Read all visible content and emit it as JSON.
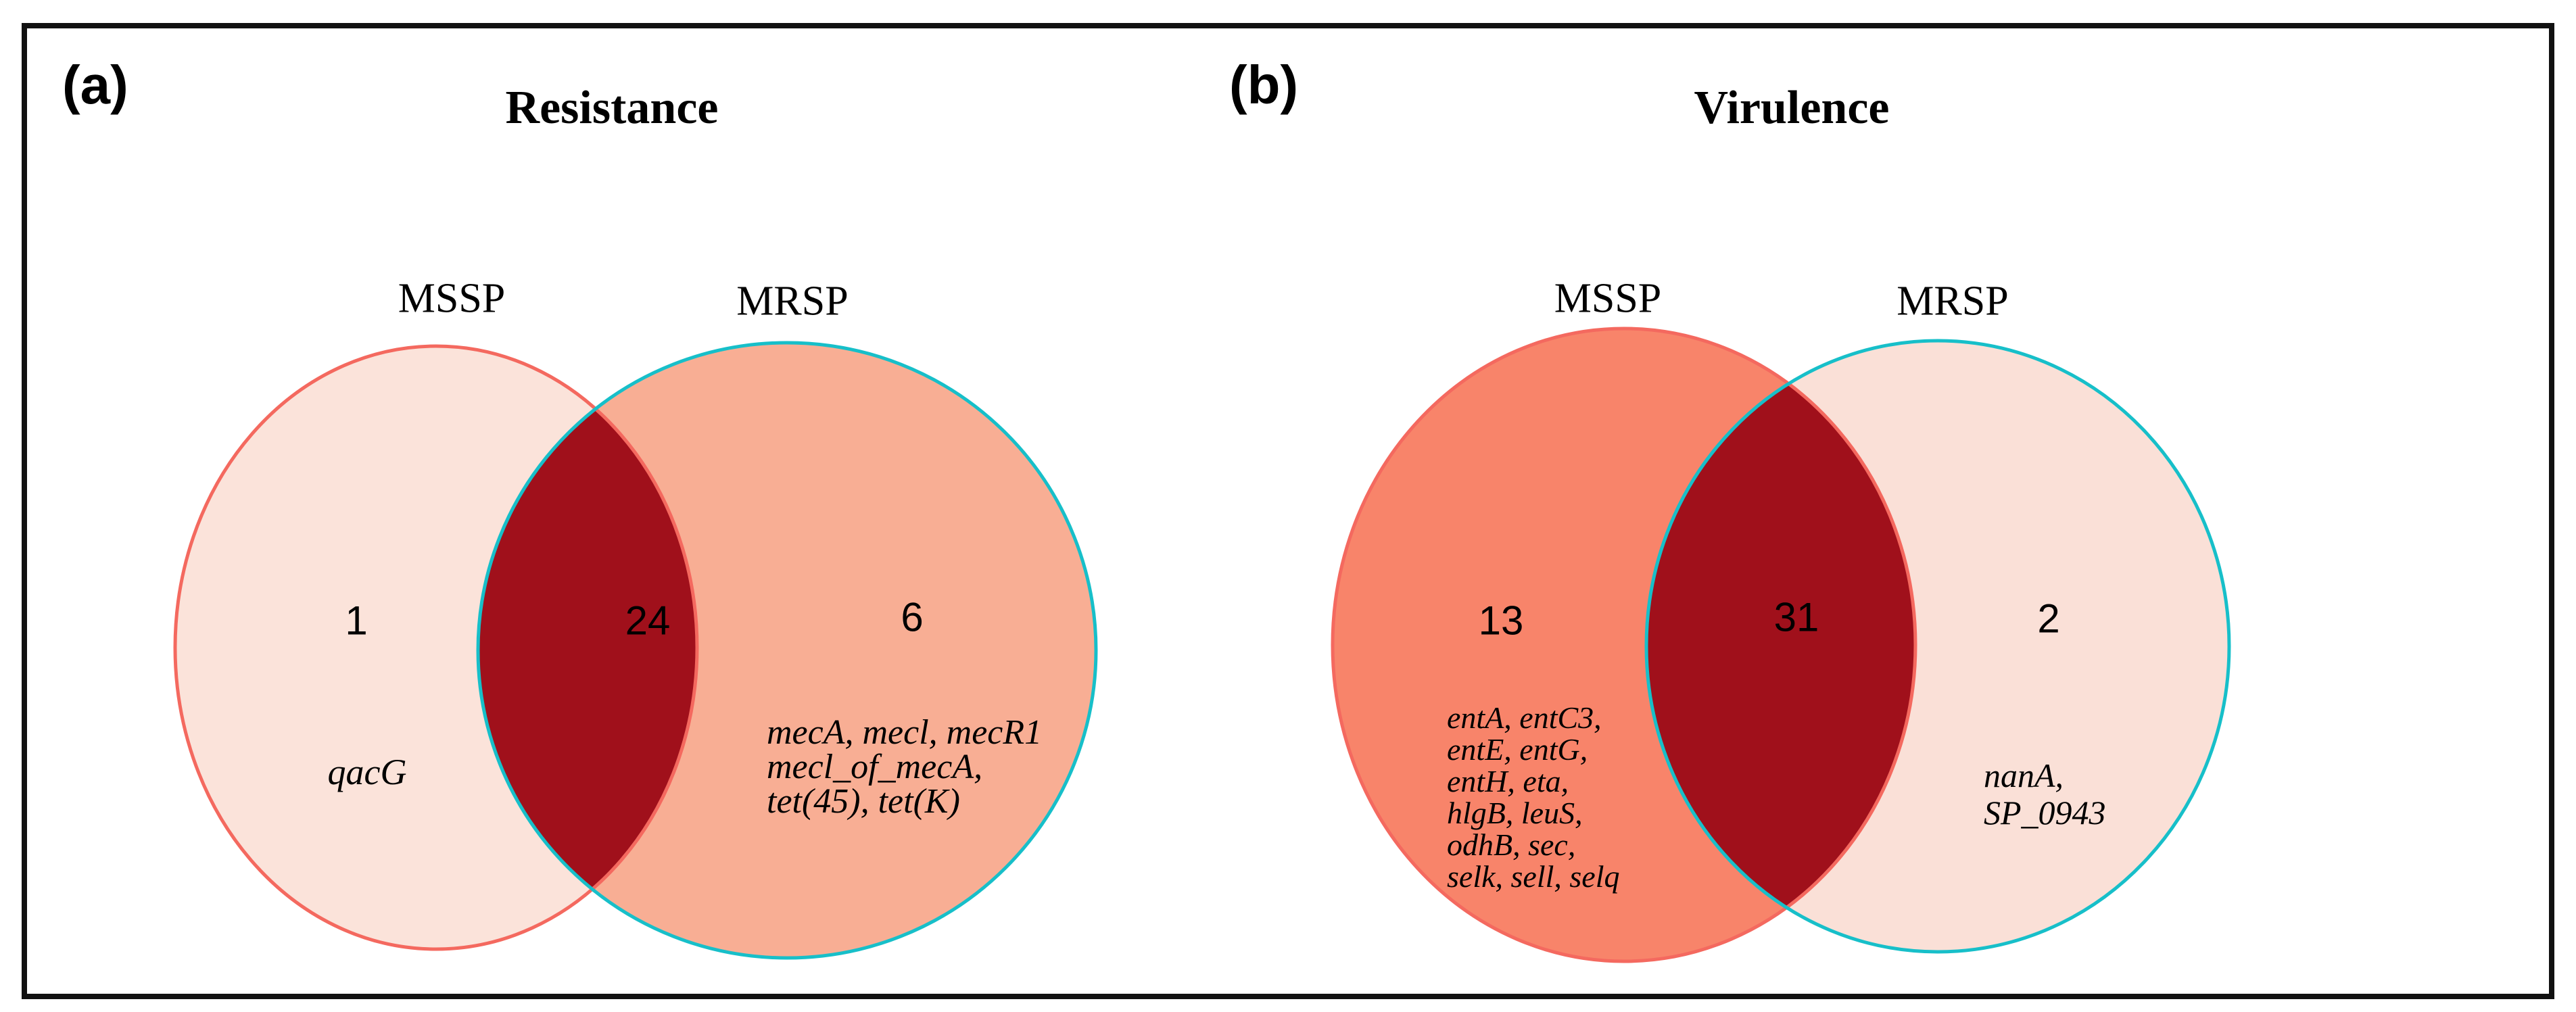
{
  "panel_a": {
    "label": "(a)",
    "title": "Resistance",
    "left_label": "MSSP",
    "right_label": "MRSP",
    "left_count": "1",
    "overlap_count": "24",
    "right_count": "6",
    "left_genes": "qacG",
    "right_genes": "mecA, mecl, mecR1\nmecl_of_mecA,\ntet(45), tet(K)"
  },
  "panel_b": {
    "label": "(b)",
    "title": "Virulence",
    "left_label": "MSSP",
    "right_label": "MRSP",
    "left_count": "13",
    "overlap_count": "31",
    "right_count": "2",
    "left_genes": "entA, entC3,\nentE, entG,\nentH, eta,\nhlgB, leuS,\nodhB, sec,\nselk, sell, selq",
    "right_genes": "nanA,\nSP_0943"
  },
  "colors": {
    "a_left_fill": "#FBE3DA",
    "a_left_stroke": "#F4695F",
    "a_right_fill": "#F8AE94",
    "a_right_stroke": "#17BFC9",
    "b_left_fill": "#F8846A",
    "b_left_stroke": "#F4695F",
    "b_right_fill": "#FAE0D7",
    "b_right_stroke": "#17BFC9",
    "overlap_fill": "#A0101B",
    "frame_border": "#111111",
    "text": "#000000"
  },
  "chart_data": [
    {
      "type": "venn",
      "panel": "(a)",
      "title": "Resistance",
      "sets": [
        {
          "label": "MSSP",
          "unique_count": 1,
          "unique_genes": [
            "qacG"
          ]
        },
        {
          "label": "MRSP",
          "unique_count": 6,
          "unique_genes": [
            "mecA",
            "mecl",
            "mecR1",
            "mecl_of_mecA",
            "tet(45)",
            "tet(K)"
          ]
        }
      ],
      "intersection_count": 24
    },
    {
      "type": "venn",
      "panel": "(b)",
      "title": "Virulence",
      "sets": [
        {
          "label": "MSSP",
          "unique_count": 13,
          "unique_genes": [
            "entA",
            "entC3",
            "entE",
            "entG",
            "entH",
            "eta",
            "hlgB",
            "leuS",
            "odhB",
            "sec",
            "selk",
            "sell",
            "selq"
          ]
        },
        {
          "label": "MRSP",
          "unique_count": 2,
          "unique_genes": [
            "nanA",
            "SP_0943"
          ]
        }
      ],
      "intersection_count": 31
    }
  ]
}
